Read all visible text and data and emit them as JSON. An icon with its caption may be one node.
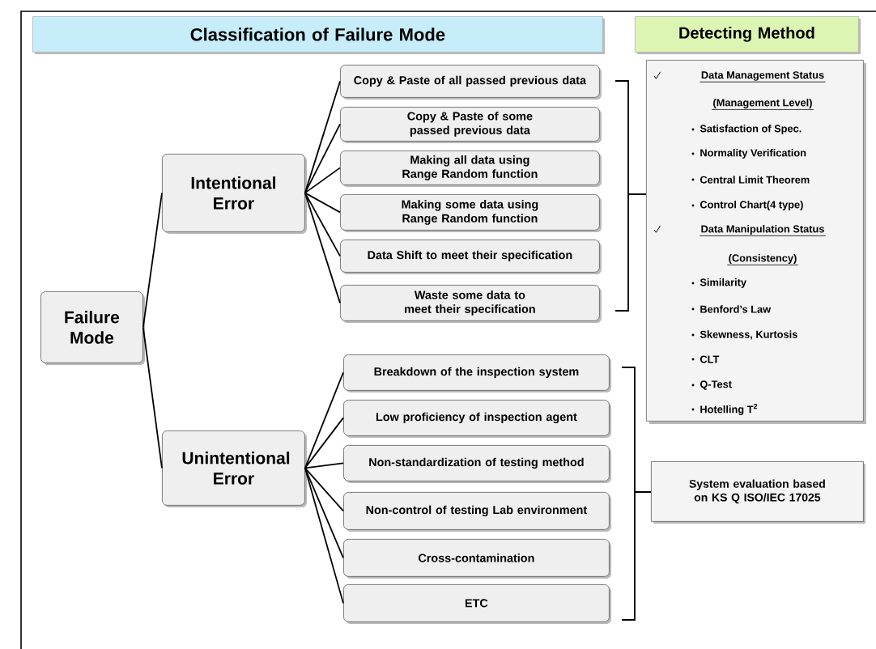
{
  "diagram": {
    "nodes": [
      {
        "text": [
          "Classification of Failure Mode"
        ]
      },
      {
        "text": [
          "Detecting Method"
        ]
      },
      {
        "text": [
          "Failure Mode"
        ]
      },
      {
        "text": [
          "Intentional Error"
        ]
      },
      {
        "text": [
          "Copy & Paste of all passed previous data"
        ]
      },
      {
        "text": [
          "Copy & Paste of some passed previous data"
        ]
      },
      {
        "text": [
          "Making all data using Range Random function"
        ]
      },
      {
        "text": [
          "Making some data using Range Random function"
        ]
      },
      {
        "text": [
          "Data Shift to meet their specification"
        ]
      },
      {
        "text": [
          "Waste some data to meet their specification"
        ]
      },
      {
        "text": [
          "Unintentional Error"
        ]
      },
      {
        "text": [
          "Breakdown of the inspection system"
        ]
      },
      {
        "text": [
          "Low proficiency of inspection agent"
        ]
      },
      {
        "text": [
          "Non-standardization of testing method"
        ]
      },
      {
        "text": [
          "Non-control of testing Lab environment"
        ]
      },
      {
        "text": [
          "Cross-contamination"
        ]
      },
      {
        "text": [
          "ETC"
        ]
      },
      {
        "text": [
          "Data Management Status",
          "(Management Level)",
          "Satisfaction of Spec.",
          "Normality Verification",
          "Central Limit Theorem",
          "Control Chart(4 type)",
          "Data Manipulation Status",
          "(Consistency)",
          "Similarity",
          "Benford’s Law",
          "Skewness, Kurtosis",
          "CLT",
          "Q-Test",
          "Hotelling T$^{2}$"
        ]
      },
      {
        "text": [
          "System evaluation based on KS Q ISO/IEC 17025"
        ]
      }
    ],
    "edges": [
      {
        "from": 2,
        "to": 3,
        "arrow": "none"
      },
      {
        "from": 2,
        "to": 10,
        "arrow": "none"
      },
      {
        "from": 3,
        "to": 4,
        "arrow": "none"
      },
      {
        "from": 3,
        "to": 5,
        "arrow": "none"
      },
      {
        "from": 3,
        "to": 6,
        "arrow": "none"
      },
      {
        "from": 3,
        "to": 7,
        "arrow": "none"
      },
      {
        "from": 3,
        "to": 8,
        "arrow": "none"
      },
      {
        "from": 3,
        "to": 9,
        "arrow": "none"
      },
      {
        "from": 10,
        "to": 11,
        "arrow": "none"
      },
      {
        "from": 10,
        "to": 12,
        "arrow": "none"
      },
      {
        "from": 10,
        "to": 13,
        "arrow": "none"
      },
      {
        "from": 10,
        "to": 14,
        "arrow": "none"
      },
      {
        "from": 10,
        "to": 15,
        "arrow": "none"
      },
      {
        "from": 10,
        "to": 16,
        "arrow": "none"
      }
    ]
  }
}
